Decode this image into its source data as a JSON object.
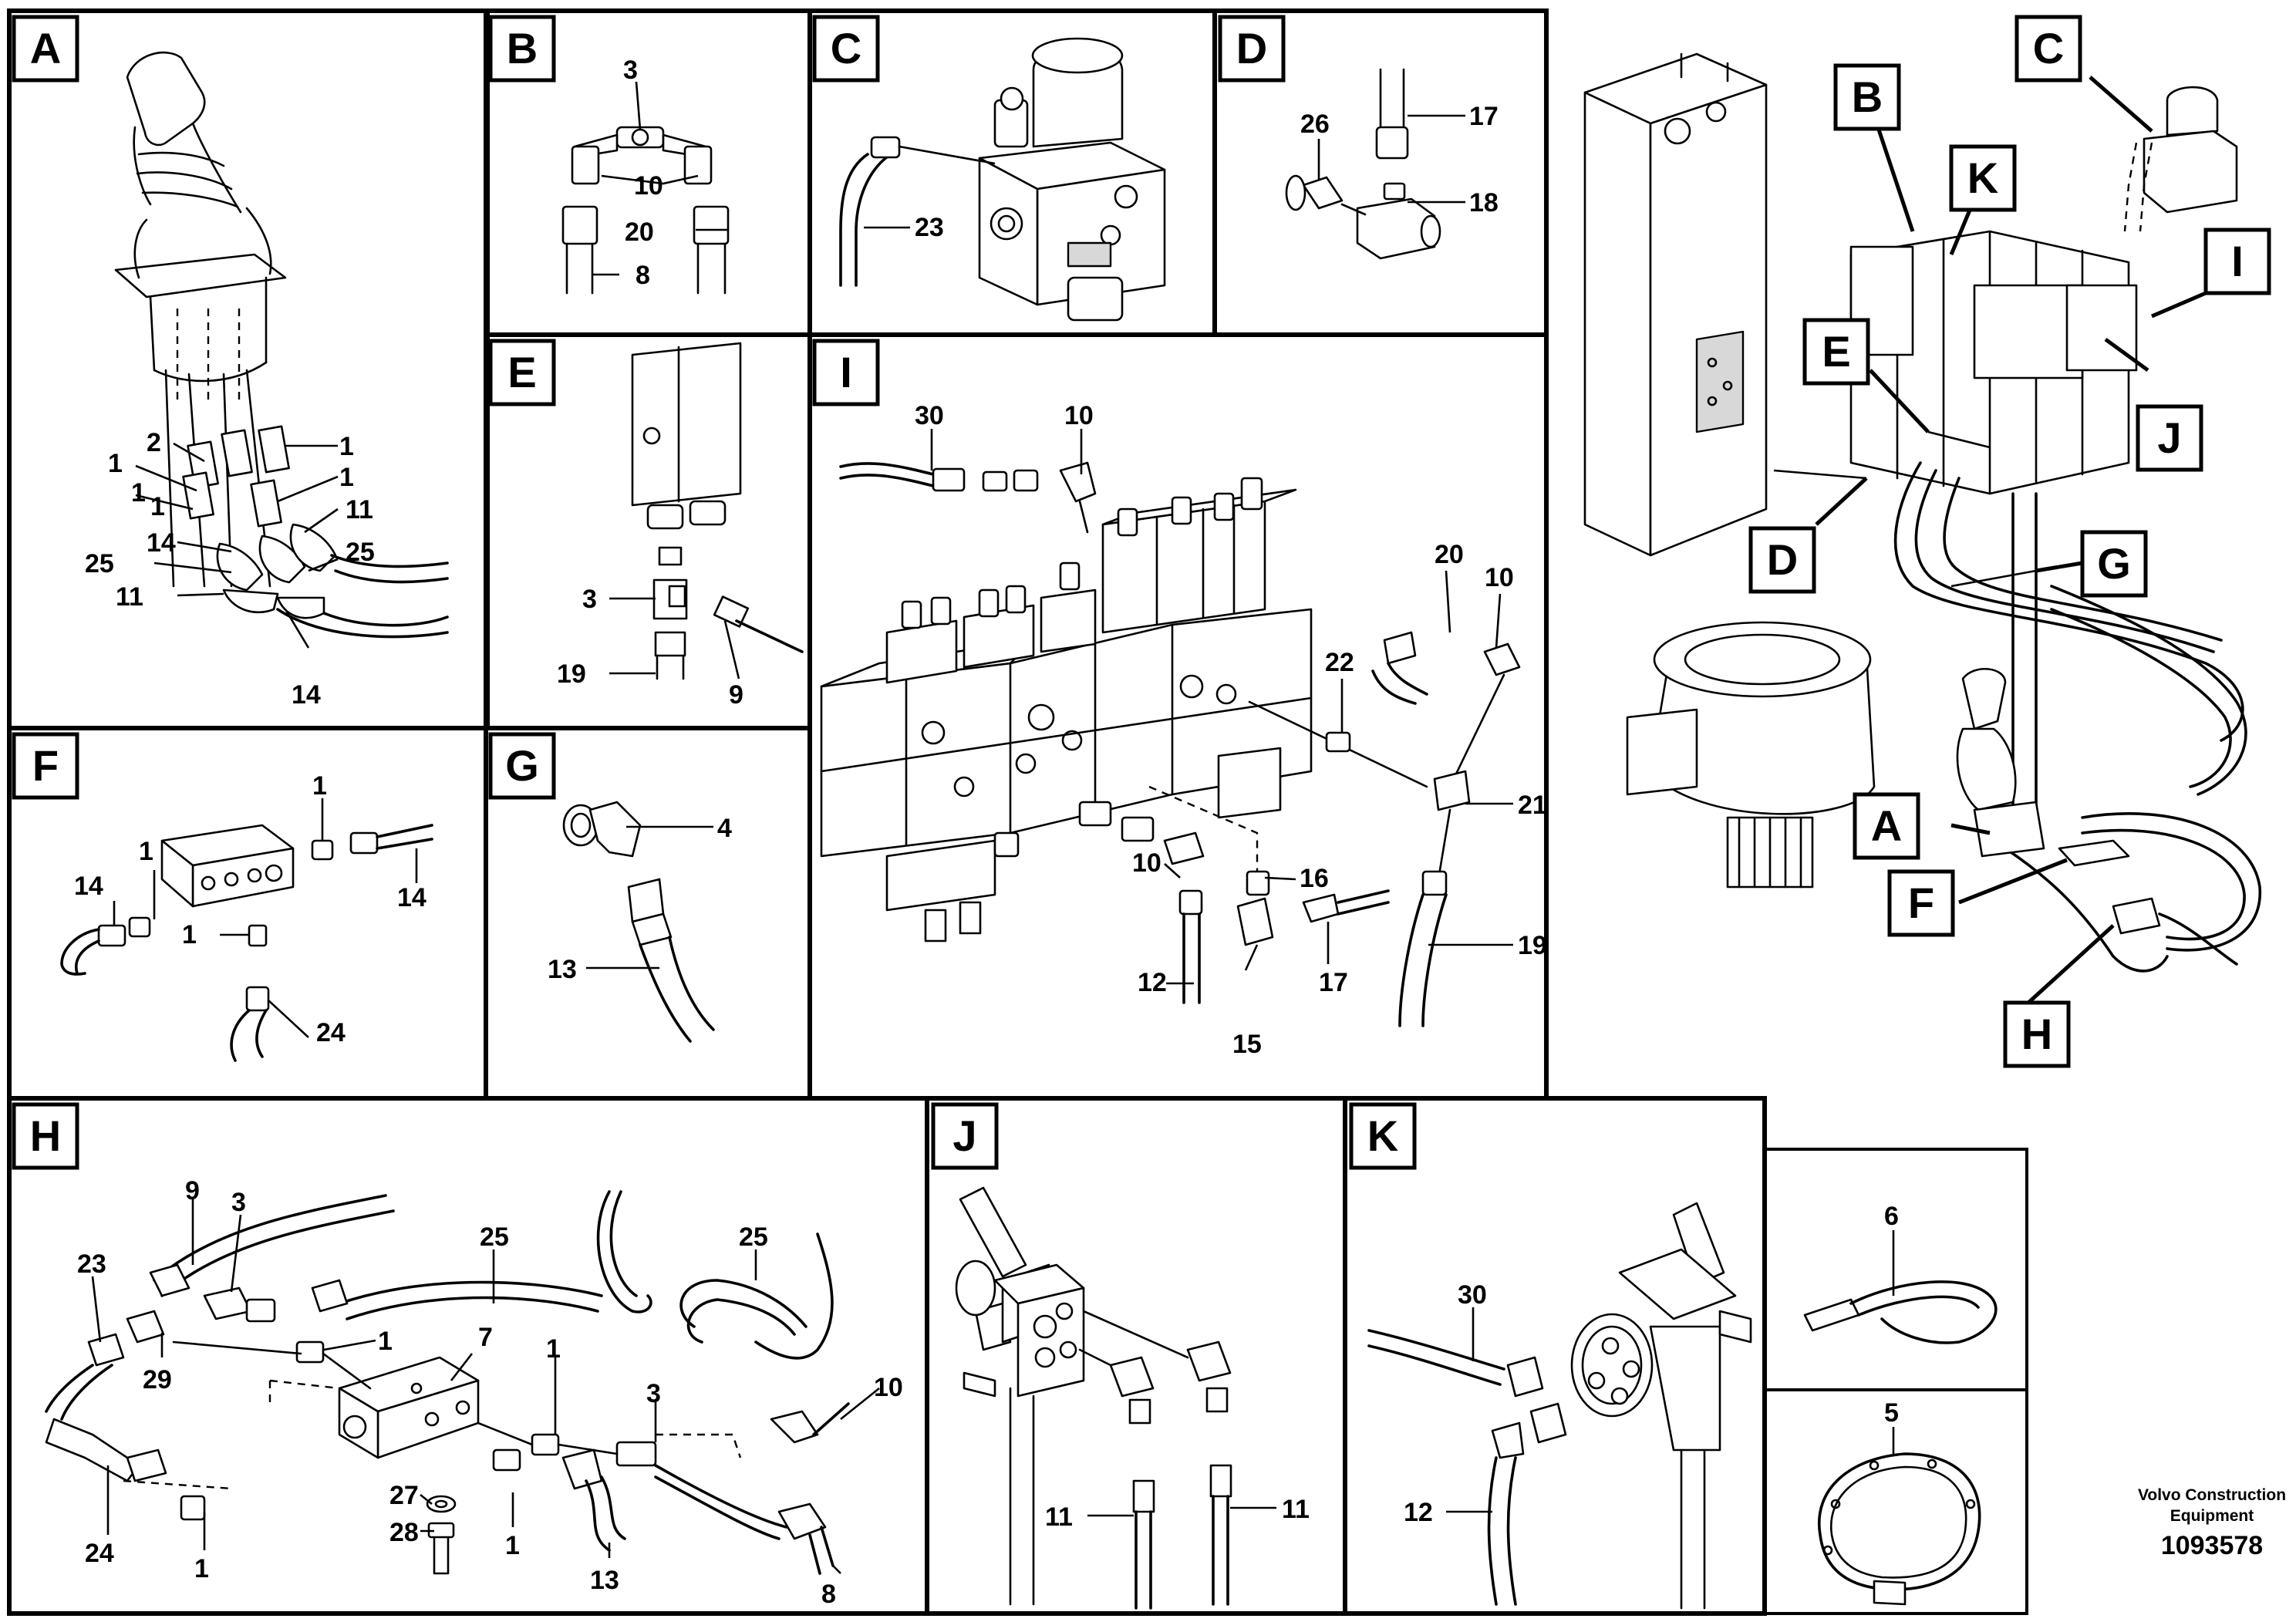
{
  "panels": {
    "A": {
      "tag": "A",
      "callouts": [
        "2",
        "1",
        "1",
        "1",
        "1",
        "1",
        "14",
        "11",
        "25",
        "25",
        "11",
        "14"
      ]
    },
    "B": {
      "tag": "B",
      "callouts": [
        "3",
        "10",
        "20",
        "8"
      ]
    },
    "C": {
      "tag": "C",
      "callouts": [
        "23"
      ]
    },
    "D": {
      "tag": "D",
      "callouts": [
        "26",
        "17",
        "18"
      ]
    },
    "E": {
      "tag": "E",
      "callouts": [
        "3",
        "19",
        "9"
      ]
    },
    "F": {
      "tag": "F",
      "callouts": [
        "1",
        "1",
        "14",
        "14",
        "1",
        "24"
      ]
    },
    "G": {
      "tag": "G",
      "callouts": [
        "4",
        "13"
      ]
    },
    "I": {
      "tag": "I",
      "callouts": [
        "30",
        "10",
        "20",
        "10",
        "22",
        "21",
        "10",
        "16",
        "12",
        "17",
        "15",
        "19"
      ]
    },
    "H": {
      "tag": "H",
      "callouts": [
        "9",
        "3",
        "25",
        "25",
        "23",
        "1",
        "7",
        "29",
        "1",
        "3",
        "10",
        "27",
        "24",
        "28",
        "1",
        "13",
        "8",
        "1"
      ]
    },
    "J": {
      "tag": "J",
      "callouts": [
        "11",
        "11"
      ]
    },
    "K": {
      "tag": "K",
      "callouts": [
        "30",
        "12"
      ]
    },
    "cable_tie": {
      "callouts": [
        "6"
      ]
    },
    "hose_clamp": {
      "callouts": [
        "5"
      ]
    }
  },
  "overview": {
    "tags": [
      "C",
      "B",
      "K",
      "I",
      "E",
      "J",
      "D",
      "G",
      "A",
      "F",
      "H"
    ]
  },
  "footer": {
    "company_line1": "Volvo Construction",
    "company_line2": "Equipment",
    "doc_number": "1093578"
  }
}
